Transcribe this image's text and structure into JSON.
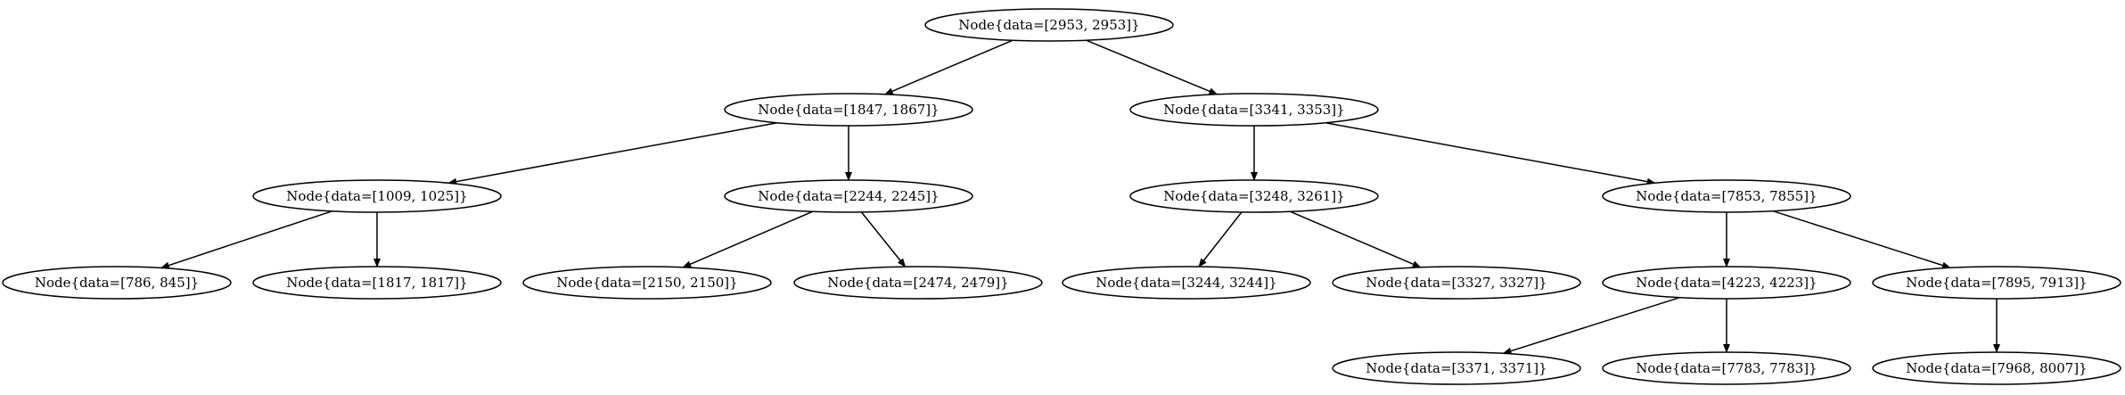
{
  "tree": {
    "nodes": [
      {
        "id": "n2953",
        "label": "Node{data=[2953, 2953]}"
      },
      {
        "id": "n1847",
        "label": "Node{data=[1847, 1867]}"
      },
      {
        "id": "n3341",
        "label": "Node{data=[3341, 3353]}"
      },
      {
        "id": "n1009",
        "label": "Node{data=[1009, 1025]}"
      },
      {
        "id": "n2244",
        "label": "Node{data=[2244, 2245]}"
      },
      {
        "id": "n3248",
        "label": "Node{data=[3248, 3261]}"
      },
      {
        "id": "n7853",
        "label": "Node{data=[7853, 7855]}"
      },
      {
        "id": "n786",
        "label": "Node{data=[786, 845]}"
      },
      {
        "id": "n1817",
        "label": "Node{data=[1817, 1817]}"
      },
      {
        "id": "n2150",
        "label": "Node{data=[2150, 2150]}"
      },
      {
        "id": "n2474",
        "label": "Node{data=[2474, 2479]}"
      },
      {
        "id": "n3244",
        "label": "Node{data=[3244, 3244]}"
      },
      {
        "id": "n3327",
        "label": "Node{data=[3327, 3327]}"
      },
      {
        "id": "n4223",
        "label": "Node{data=[4223, 4223]}"
      },
      {
        "id": "n7895",
        "label": "Node{data=[7895, 7913]}"
      },
      {
        "id": "n3371",
        "label": "Node{data=[3371, 3371]}"
      },
      {
        "id": "n7783",
        "label": "Node{data=[7783, 7783]}"
      },
      {
        "id": "n7968",
        "label": "Node{data=[7968, 8007]}"
      }
    ],
    "edges": [
      {
        "from": "n2953",
        "to": "n1847"
      },
      {
        "from": "n2953",
        "to": "n3341"
      },
      {
        "from": "n1847",
        "to": "n1009"
      },
      {
        "from": "n1847",
        "to": "n2244"
      },
      {
        "from": "n3341",
        "to": "n3248"
      },
      {
        "from": "n3341",
        "to": "n7853"
      },
      {
        "from": "n1009",
        "to": "n786"
      },
      {
        "from": "n1009",
        "to": "n1817"
      },
      {
        "from": "n2244",
        "to": "n2150"
      },
      {
        "from": "n2244",
        "to": "n2474"
      },
      {
        "from": "n3248",
        "to": "n3244"
      },
      {
        "from": "n3248",
        "to": "n3327"
      },
      {
        "from": "n7853",
        "to": "n4223"
      },
      {
        "from": "n7853",
        "to": "n7895"
      },
      {
        "from": "n4223",
        "to": "n3371"
      },
      {
        "from": "n4223",
        "to": "n7783"
      },
      {
        "from": "n7895",
        "to": "n7968"
      }
    ]
  }
}
